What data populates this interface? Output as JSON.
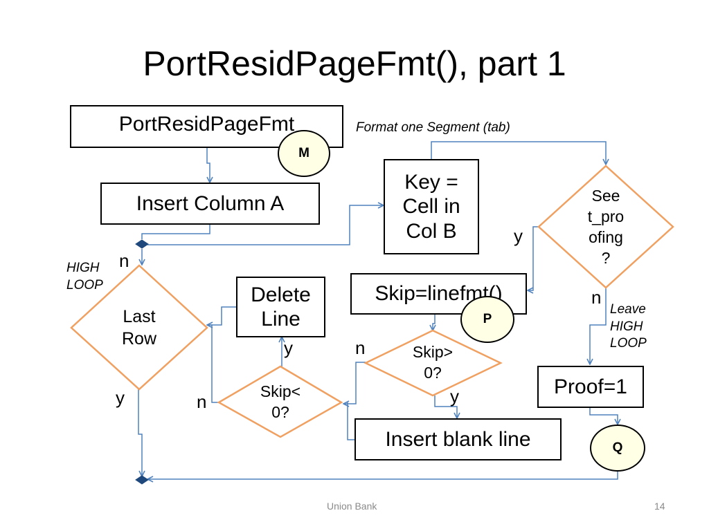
{
  "slide": {
    "title": "PortResidPageFmt(), part 1",
    "footer_center": "Union Bank",
    "page_number": "14"
  },
  "boxes": {
    "portresidpagefmt": "PortResidPageFmt",
    "insert_column_a": "Insert Column A",
    "key_cell": "Key =\nCell in\nCol B",
    "delete_line": "Delete\nLine",
    "skip_linefmt": "Skip=linefmt()",
    "proof": "Proof=1",
    "insert_blank_line": "Insert blank line"
  },
  "decisions": {
    "last_row": "Last\nRow",
    "see_proofing": "See\nt_pro\nofing\n?",
    "skip_gt_0": "Skip>\n0?",
    "skip_lt_0": "Skip<\n0?"
  },
  "connectors": {
    "m": "M",
    "p": "P",
    "q": "Q"
  },
  "labels": {
    "last_row_n": "n",
    "last_row_y": "y",
    "see_proofing_y": "y",
    "see_proofing_n": "n",
    "skip_gt_n": "n",
    "skip_gt_y": "y",
    "skip_lt_y": "y",
    "skip_lt_n": "n"
  },
  "notes": {
    "high_loop": "HIGH\nLOOP",
    "format_segment": "Format one Segment (tab)",
    "leave_high_loop": "Leave\nHIGH\nLOOP"
  },
  "colors": {
    "decision_border": "#f0a060",
    "flow_line": "#4f81bd",
    "merge_node": "#1f497d",
    "connector_fill": "#ffffe6"
  }
}
